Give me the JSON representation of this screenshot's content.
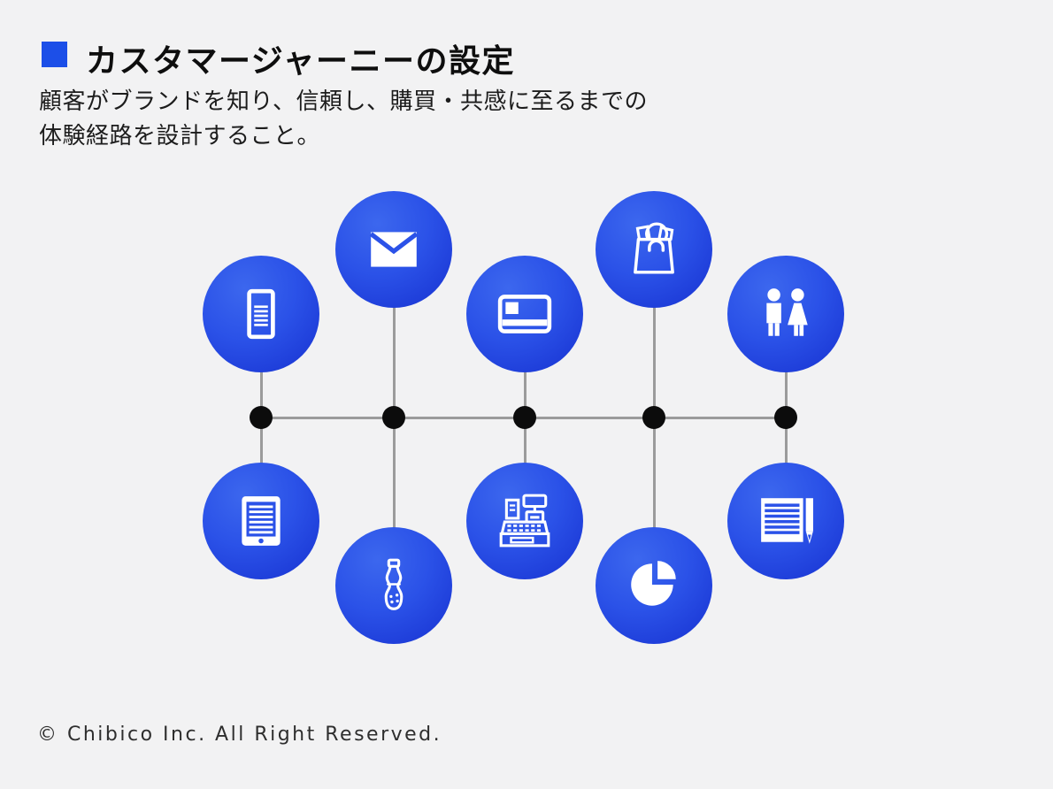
{
  "page": {
    "background": "#f2f2f3",
    "accent_blue": "#1c4fe8"
  },
  "header": {
    "bullet_color": "#1c4fe8",
    "title": "カスタマージャーニーの設定",
    "description_line1": "顧客がブランドを知り、信頼し、購買・共感に至るまでの",
    "description_line2": "体験経路を設計すること。"
  },
  "diagram": {
    "line_color": "#9b9b9b",
    "dot_color": "#0c0c0c",
    "circle_gradient": {
      "light": "#3c67ee",
      "mid": "#2b52e8",
      "dark": "#1b38d2"
    },
    "nodes": [
      {
        "icon": "smartphone-icon",
        "column": 1,
        "position": "top",
        "distance": "near"
      },
      {
        "icon": "mail-icon",
        "column": 2,
        "position": "top",
        "distance": "far"
      },
      {
        "icon": "credit-card-icon",
        "column": 3,
        "position": "top",
        "distance": "near"
      },
      {
        "icon": "shopping-bag-icon",
        "column": 4,
        "position": "top",
        "distance": "far"
      },
      {
        "icon": "man-woman-icon",
        "column": 5,
        "position": "top",
        "distance": "near"
      },
      {
        "icon": "tablet-icon",
        "column": 1,
        "position": "bottom",
        "distance": "near"
      },
      {
        "icon": "bottle-icon",
        "column": 2,
        "position": "bottom",
        "distance": "far"
      },
      {
        "icon": "cash-register-icon",
        "column": 3,
        "position": "bottom",
        "distance": "near"
      },
      {
        "icon": "pie-chart-icon",
        "column": 4,
        "position": "bottom",
        "distance": "far"
      },
      {
        "icon": "document-pen-icon",
        "column": 5,
        "position": "bottom",
        "distance": "near"
      }
    ]
  },
  "footer": {
    "copyright": "© Chibico Inc. All Right Reserved."
  }
}
